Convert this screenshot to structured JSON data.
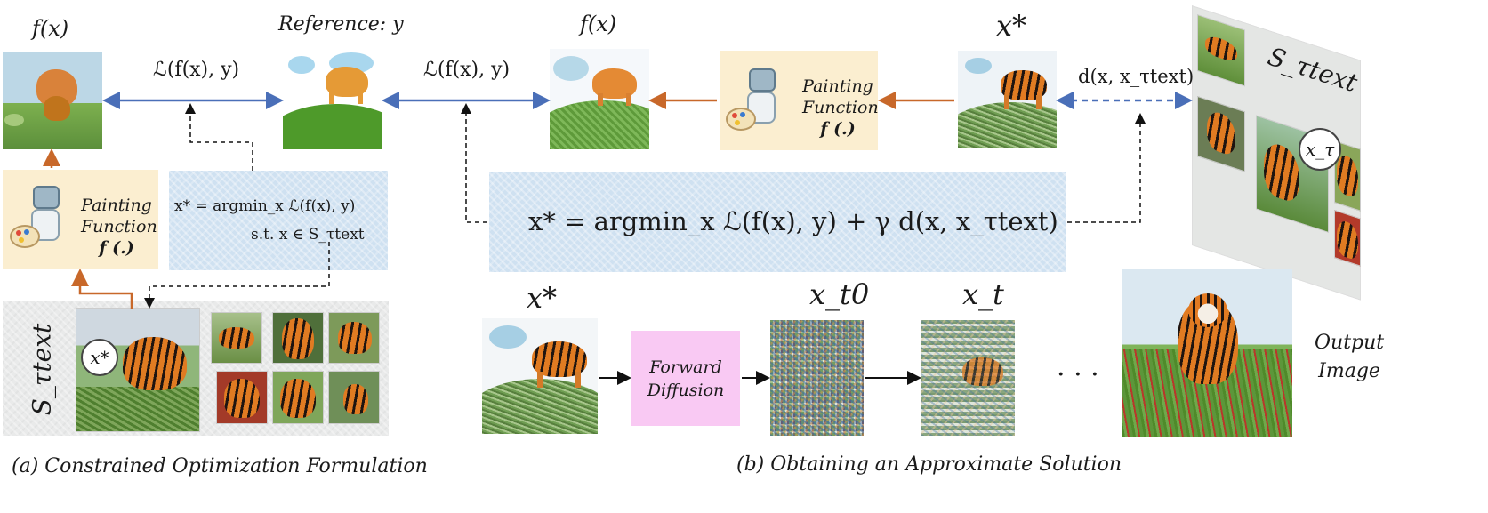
{
  "labels": {
    "fx_left": "f(x)",
    "reference": "Reference: y",
    "fx_mid": "f(x)",
    "xstar_top": "x*",
    "loss_left": "ℒ(f(x), y)",
    "loss_mid": "ℒ(f(x), y)",
    "dist": "d(x, x_τtext)",
    "s_tau_right": "S_τtext",
    "s_tau_left": "S_τtext",
    "xstar_circle_left": "x*",
    "x_tau_circle": "x_τ",
    "xstar_bottom": "x*",
    "xt0": "x_t0",
    "xt": "x_t",
    "dots": "· · ·",
    "output_image": [
      "Output",
      "Image"
    ]
  },
  "painting_function": {
    "line1": "Painting",
    "line2": "Function",
    "line3": "f (.)"
  },
  "forward_diffusion": {
    "line1": "Forward",
    "line2": "Diffusion"
  },
  "equations": {
    "constrained_line1": "x* = argmin_x ℒ(f(x), y)",
    "constrained_line2": "s.t.  x ∈ S_τtext",
    "main": "x* = argmin_x ℒ(f(x), y) + γ d(x, x_τtext)"
  },
  "captions": {
    "a": "(a) Constrained Optimization Formulation",
    "b": "(b) Obtaining an Approximate Solution"
  },
  "colors": {
    "blue_arrow": "#4a6fb8",
    "orange_arrow": "#c8682a",
    "painter_bg": "#fbeed0",
    "equation_bg": "#cfe1f1",
    "forward_bg": "#f9c9f3",
    "set_bg": "#e9eaea"
  },
  "icons": [
    "painting-robot-icon",
    "paint-palette-icon"
  ]
}
